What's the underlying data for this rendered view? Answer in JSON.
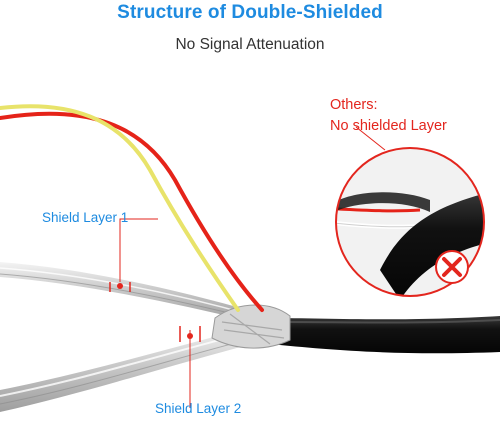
{
  "header": {
    "title": "Structure of Double-Shielded",
    "subtitle": "No Signal Attenuation"
  },
  "callouts": {
    "shield_layer_1": "Shield Layer 1",
    "shield_layer_2": "Shield Layer 2"
  },
  "comparison": {
    "line1": "Others:",
    "line2": "No shielded Layer"
  },
  "colors": {
    "title_blue": "#1e8be0",
    "warning_red": "#e3261e",
    "cable_black": "#151515",
    "wire_red": "#e52319",
    "wire_yellow": "#e8e36a"
  },
  "icons": {
    "reject_mark": "x-icon"
  }
}
